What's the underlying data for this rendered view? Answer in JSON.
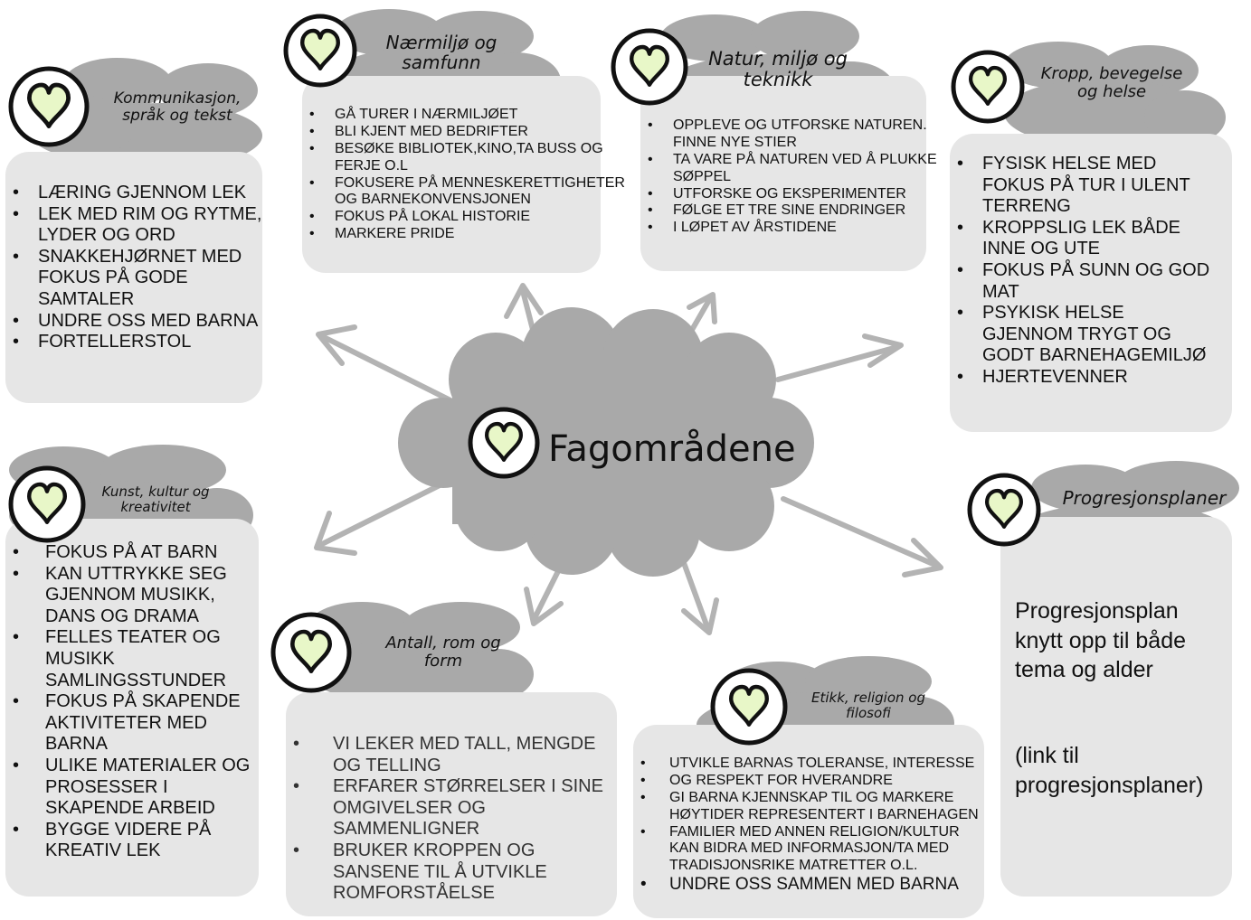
{
  "center": {
    "title": "Fagområdene"
  },
  "colors": {
    "cloud": "#a9a9a9",
    "cloud_dark": "#9a9a9a",
    "box": "#e6e6e6",
    "heart": "#e8f7c8",
    "arrow": "#b3b3b3"
  },
  "areas": [
    {
      "id": "kommunikasjon",
      "title_lines": [
        "Kommunikasjon,",
        "språk og tekst"
      ],
      "items": [
        "LÆRING GJENNOM LEK",
        "LEK MED RIM OG RYTME, LYDER OG ORD",
        "SNAKKEHJØRNET MED FOKUS PÅ GODE SAMTALER",
        "UNDRE OSS MED BARNA",
        "FORTELLERSTOL"
      ]
    },
    {
      "id": "naermiljo",
      "title_lines": [
        "Nærmiljø og",
        "samfunn"
      ],
      "items": [
        "GÅ TURER I NÆRMILJØET",
        "BLI KJENT MED BEDRIFTER",
        "BESØKE BIBLIOTEK,KINO,TA BUSS OG FERJE O.L",
        "FOKUSERE PÅ MENNESKERETTIGHETER OG BARNEKONVENSJONEN",
        "FOKUS PÅ LOKAL HISTORIE",
        "MARKERE PRIDE"
      ]
    },
    {
      "id": "natur",
      "title_lines": [
        "Natur, miljø og",
        "teknikk"
      ],
      "items": [
        "OPPLEVE OG UTFORSKE NATUREN. FINNE NYE STIER",
        "TA VARE PÅ NATUREN VED Å PLUKKE SØPPEL",
        "UTFORSKE OG EKSPERIMENTER",
        "FØLGE ET TRE SINE ENDRINGER",
        "I LØPET AV ÅRSTIDENE"
      ]
    },
    {
      "id": "kropp",
      "title_lines": [
        "Kropp, bevegelse",
        "og helse"
      ],
      "items": [
        "FYSISK HELSE MED FOKUS PÅ TUR I ULENT TERRENG",
        "KROPPSLIG LEK BÅDE INNE OG UTE",
        "FOKUS PÅ SUNN OG GOD MAT",
        "PSYKISK HELSE GJENNOM TRYGT OG GODT BARNEHAGEMILJØ",
        "HJERTEVENNER"
      ]
    },
    {
      "id": "kunst",
      "title_lines": [
        "Kunst, kultur og",
        "kreativitet"
      ],
      "items": [
        "FOKUS PÅ AT BARN",
        "KAN UTTRYKKE SEG GJENNOM MUSIKK, DANS OG DRAMA",
        "FELLES TEATER OG MUSIKK SAMLINGSSTUNDER",
        "FOKUS PÅ SKAPENDE AKTIVITETER MED BARNA",
        "ULIKE MATERIALER OG PROSESSER I SKAPENDE ARBEID",
        "BYGGE VIDERE PÅ KREATIV LEK"
      ]
    },
    {
      "id": "antall",
      "title_lines": [
        "Antall, rom og",
        "form"
      ],
      "items": [
        "VI LEKER MED TALL, MENGDE OG TELLING",
        "ERFARER STØRRELSER I SINE OMGIVELSER OG SAMMENLIGNER",
        "BRUKER KROPPEN OG SANSENE TIL Å UTVIKLE ROMFORSTÅELSE"
      ]
    },
    {
      "id": "etikk",
      "title_lines": [
        "Etikk, religion og",
        "filosofi"
      ],
      "items": [
        "UTVIKLE BARNAS TOLERANSE, INTERESSE",
        "OG RESPEKT FOR HVERANDRE",
        "GI BARNA KJENNSKAP TIL OG MARKERE HØYTIDER REPRESENTERT I BARNEHAGEN",
        "FAMILIER MED ANNEN RELIGION/KULTUR KAN BIDRA MED INFORMASJON/TA MED TRADISJONSRIKE MATRETTER O.L.",
        "UNDRE OSS SAMMEN MED BARNA"
      ]
    },
    {
      "id": "progresjon",
      "title_lines": [
        "Progresjonsplaner"
      ],
      "text_lines": [
        "Progresjonsplan",
        "knytt opp til både",
        "tema og alder"
      ],
      "link_lines": [
        "(link til",
        "progresjonsplaner)"
      ]
    }
  ]
}
